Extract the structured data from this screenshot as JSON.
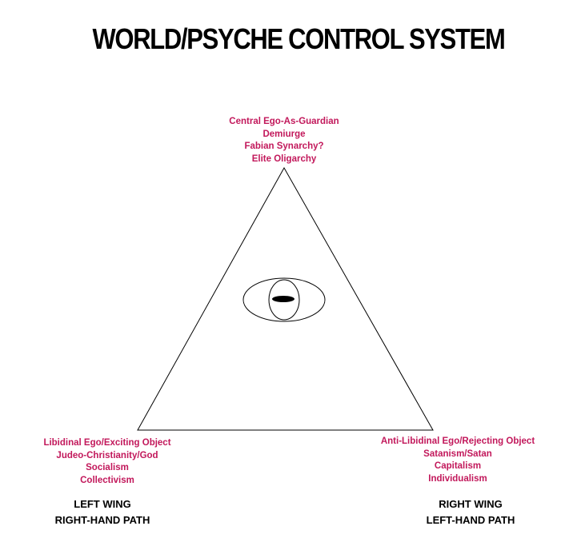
{
  "title": "WORLD/PSYCHE CONTROL SYSTEM",
  "apex": {
    "lines": [
      "Central Ego-As-Guardian",
      "Demiurge",
      "Fabian Synarchy?",
      "Elite Oligarchy"
    ]
  },
  "left_corner": {
    "lines": [
      "Libidinal Ego/Exciting Object",
      "Judeo-Christianity/God",
      "Socialism",
      "Collectivism"
    ]
  },
  "right_corner": {
    "lines": [
      "Anti-Libidinal Ego/Rejecting Object",
      "Satanism/Satan",
      "Capitalism",
      "Individualism"
    ]
  },
  "left_wing": {
    "lines": [
      "LEFT WING",
      "RIGHT-HAND PATH"
    ]
  },
  "right_wing": {
    "lines": [
      "RIGHT WING",
      "LEFT-HAND PATH"
    ]
  },
  "colors": {
    "label": "#c2185b",
    "outline": "#000000"
  }
}
